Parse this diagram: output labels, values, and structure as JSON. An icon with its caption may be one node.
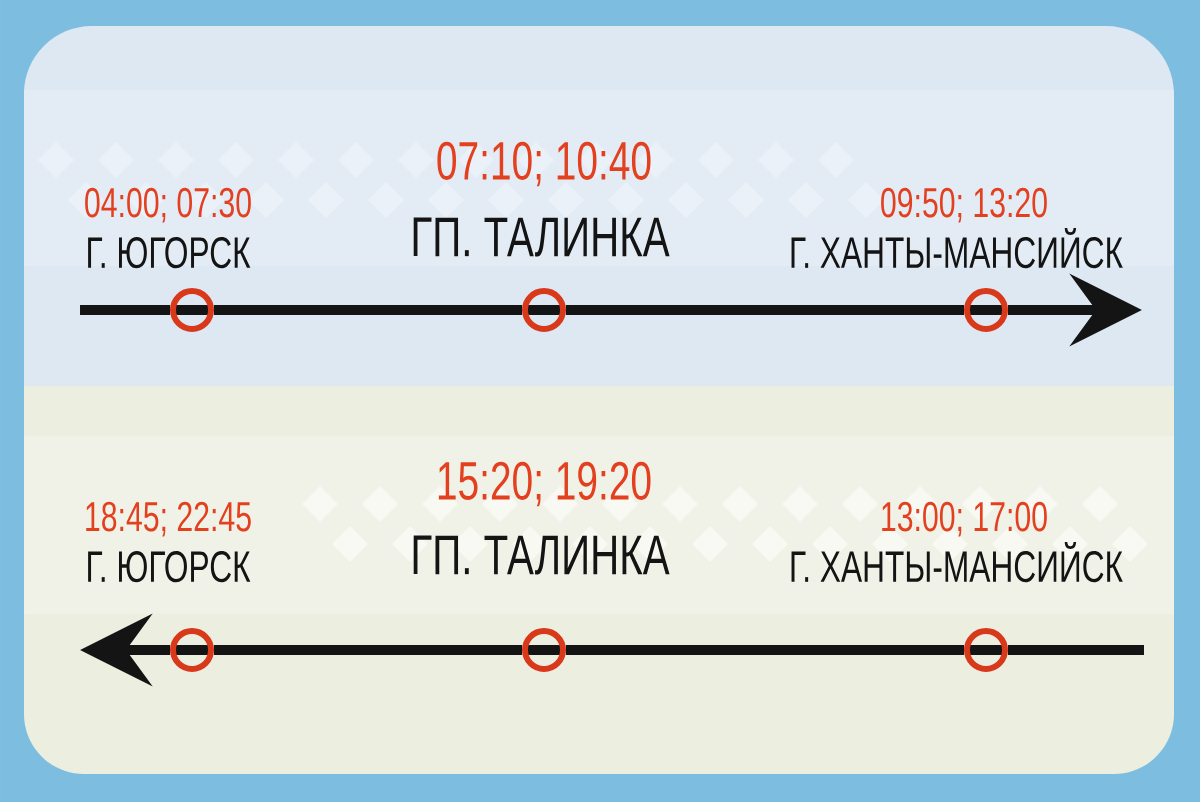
{
  "diagram": {
    "nodes": [
      {
        "text": [],
        "shape": "circle",
        "beside": [
          "04:00; 07:30",
          "Г. ЮГОРСК"
        ]
      },
      {
        "text": [],
        "shape": "circle",
        "beside": [
          "07:10; 10:40",
          "ГП. ТАЛИНКА"
        ]
      },
      {
        "text": [],
        "shape": "circle",
        "beside": [
          "09:50; 13:20",
          "Г. ХАНТЫ-МАНСИЙСК"
        ]
      },
      {
        "text": [],
        "shape": "circle",
        "beside": [
          "18:45; 22:45",
          "Г. ЮГОРСК"
        ]
      },
      {
        "text": [],
        "shape": "circle",
        "beside": [
          "15:20; 19:20",
          "ГП. ТАЛИНКА"
        ]
      },
      {
        "text": [],
        "shape": "circle",
        "beside": [
          "13:00; 17:00",
          "Г. ХАНТЫ-МАНСИЙСК"
        ]
      }
    ],
    "edges": [
      {
        "from": null,
        "to": 0,
        "arrow": "none"
      },
      {
        "from": 0,
        "to": 1,
        "arrow": "none"
      },
      {
        "from": 1,
        "to": 2,
        "arrow": "none"
      },
      {
        "from": 2,
        "to": null,
        "arrow": "to"
      },
      {
        "from": null,
        "to": 5,
        "arrow": "none"
      },
      {
        "from": 5,
        "to": 4,
        "arrow": "none"
      },
      {
        "from": 4,
        "to": 3,
        "arrow": "none"
      },
      {
        "from": 3,
        "to": null,
        "arrow": "to"
      }
    ]
  }
}
